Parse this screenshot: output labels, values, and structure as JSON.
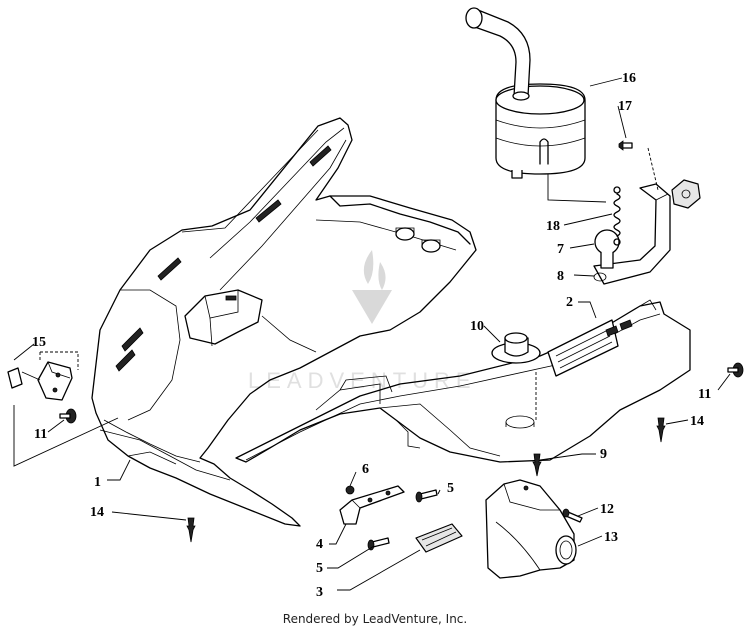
{
  "diagram": {
    "watermark": "LEADVENTURE",
    "footer": "Rendered by LeadVenture, Inc.",
    "callouts": [
      {
        "id": "c1",
        "label": "1"
      },
      {
        "id": "c2",
        "label": "2"
      },
      {
        "id": "c3",
        "label": "3"
      },
      {
        "id": "c4",
        "label": "4"
      },
      {
        "id": "c5a",
        "label": "5"
      },
      {
        "id": "c5b",
        "label": "5"
      },
      {
        "id": "c6",
        "label": "6"
      },
      {
        "id": "c7",
        "label": "7"
      },
      {
        "id": "c8",
        "label": "8"
      },
      {
        "id": "c9",
        "label": "9"
      },
      {
        "id": "c10",
        "label": "10"
      },
      {
        "id": "c11a",
        "label": "11"
      },
      {
        "id": "c11b",
        "label": "11"
      },
      {
        "id": "c12",
        "label": "12"
      },
      {
        "id": "c13",
        "label": "13"
      },
      {
        "id": "c14a",
        "label": "14"
      },
      {
        "id": "c14b",
        "label": "14"
      },
      {
        "id": "c15",
        "label": "15"
      },
      {
        "id": "c16",
        "label": "16"
      },
      {
        "id": "c17",
        "label": "17"
      },
      {
        "id": "c18",
        "label": "18"
      }
    ]
  }
}
